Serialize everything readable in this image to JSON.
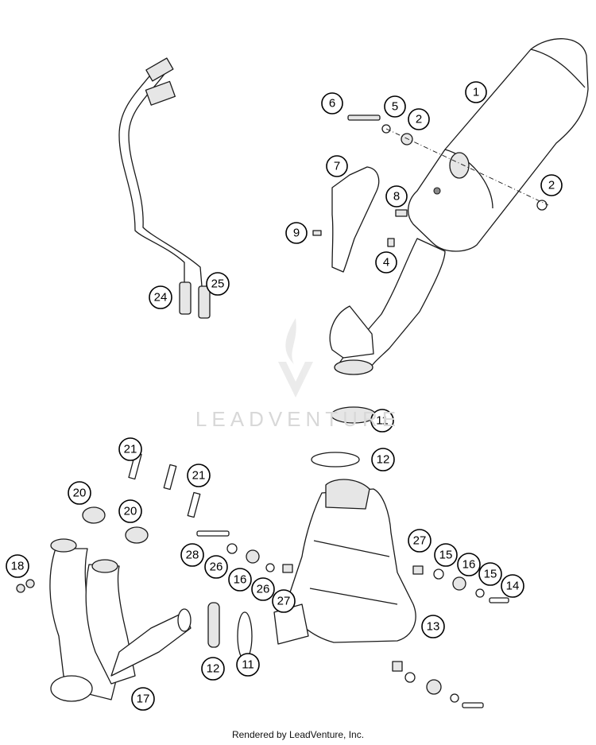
{
  "diagram": {
    "callouts": [
      {
        "id": "c1",
        "label": "1"
      },
      {
        "id": "c2a",
        "label": "2"
      },
      {
        "id": "c2b",
        "label": "2"
      },
      {
        "id": "c4",
        "label": "4"
      },
      {
        "id": "c5",
        "label": "5"
      },
      {
        "id": "c6",
        "label": "6"
      },
      {
        "id": "c7",
        "label": "7"
      },
      {
        "id": "c8",
        "label": "8"
      },
      {
        "id": "c9",
        "label": "9"
      },
      {
        "id": "c11a",
        "label": "11"
      },
      {
        "id": "c11b",
        "label": "11"
      },
      {
        "id": "c12a",
        "label": "12"
      },
      {
        "id": "c12b",
        "label": "12"
      },
      {
        "id": "c13",
        "label": "13"
      },
      {
        "id": "c14",
        "label": "14"
      },
      {
        "id": "c15a",
        "label": "15"
      },
      {
        "id": "c15b",
        "label": "15"
      },
      {
        "id": "c16a",
        "label": "16"
      },
      {
        "id": "c16b",
        "label": "16"
      },
      {
        "id": "c17",
        "label": "17"
      },
      {
        "id": "c18",
        "label": "18"
      },
      {
        "id": "c20a",
        "label": "20"
      },
      {
        "id": "c20b",
        "label": "20"
      },
      {
        "id": "c21a",
        "label": "21"
      },
      {
        "id": "c21b",
        "label": "21"
      },
      {
        "id": "c24",
        "label": "24"
      },
      {
        "id": "c25",
        "label": "25"
      },
      {
        "id": "c26a",
        "label": "26"
      },
      {
        "id": "c26b",
        "label": "26"
      },
      {
        "id": "c27a",
        "label": "27"
      },
      {
        "id": "c27b",
        "label": "27"
      },
      {
        "id": "c28",
        "label": "28"
      }
    ]
  },
  "watermark": {
    "text": "LEADVENTURE"
  },
  "footer": {
    "credit": "Rendered by LeadVenture, Inc."
  }
}
